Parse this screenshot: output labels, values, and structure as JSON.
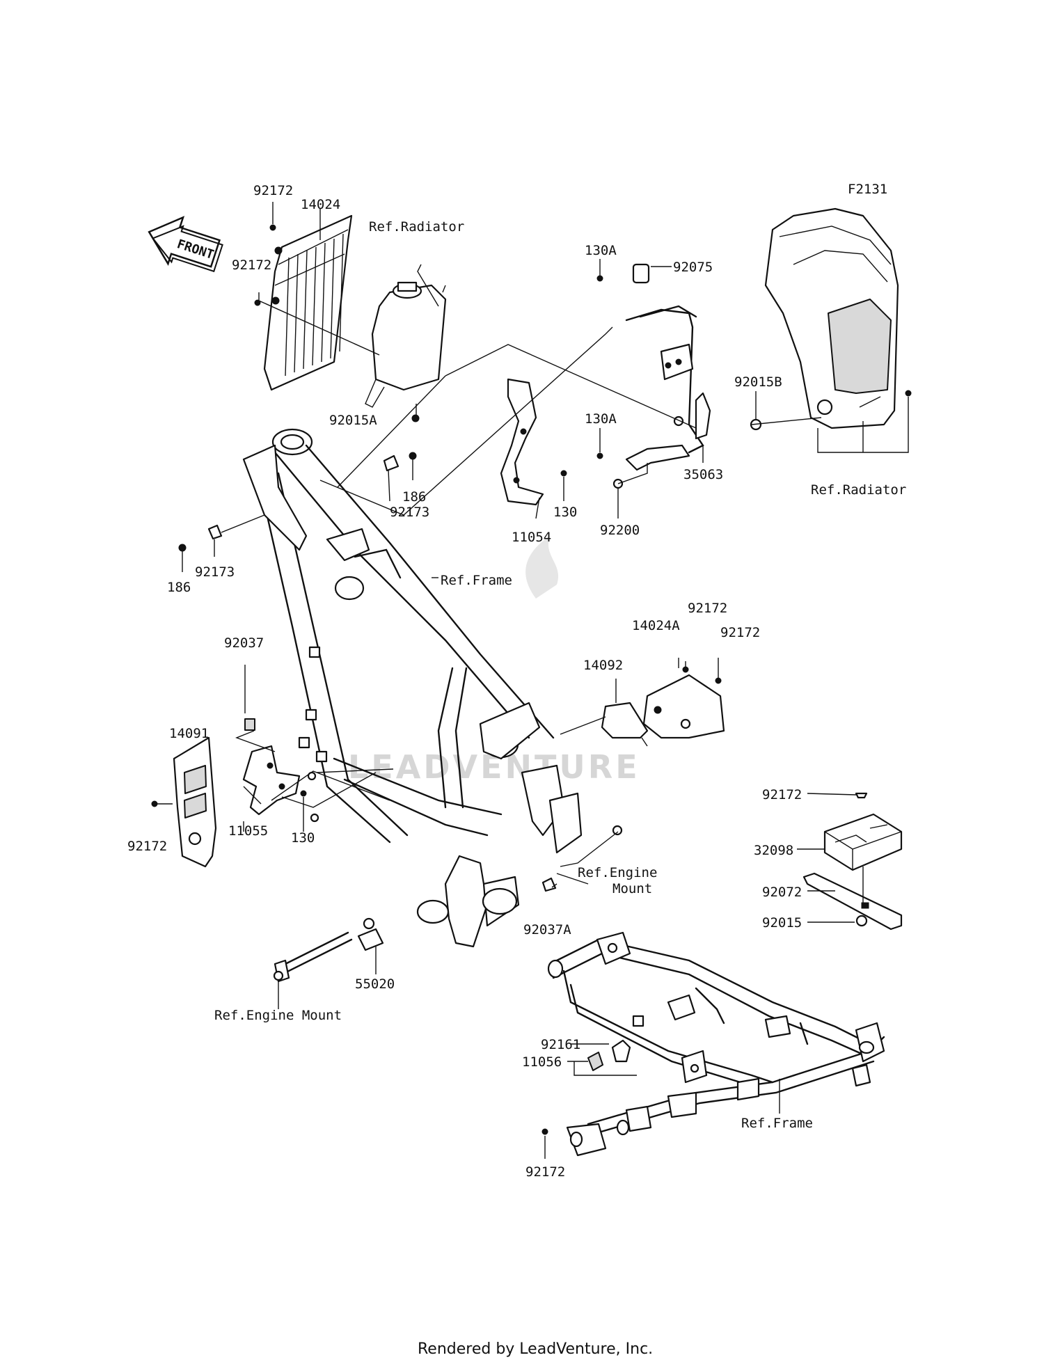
{
  "diagram": {
    "figure_code": "F2131",
    "front_label": "FRONT",
    "watermark": "LEADVENTURE",
    "footer": "Rendered by LeadVenture, Inc.",
    "labels": {
      "p92172_a": "92172",
      "p14024": "14024",
      "p92172_b": "92172",
      "ref_radiator_a": "Ref.Radiator",
      "p92015a": "92015A",
      "p130a_a": "130A",
      "p92075": "92075",
      "p130a_b": "130A",
      "p35063": "35063",
      "p92200": "92200",
      "p92015b": "92015B",
      "ref_radiator_b": "Ref.Radiator",
      "p92173_a": "92173",
      "p186_a": "186",
      "p11054": "11054",
      "p130_a": "130",
      "p92173_b": "92173",
      "p186_b": "186",
      "ref_frame_a": "Ref.Frame",
      "p92172_c": "92172",
      "p14024a": "14024A",
      "p92172_d": "92172",
      "p14092": "14092",
      "p92037": "92037",
      "p14091": "14091",
      "p11055": "11055",
      "p130_b": "130",
      "p92172_e": "92172",
      "ref_engine_mount_a_1": "Ref.Engine",
      "ref_engine_mount_a_2": "Mount",
      "p92037a": "92037A",
      "p92172_f": "92172",
      "p32098": "32098",
      "p92072": "92072",
      "p92015": "92015",
      "p55020": "55020",
      "ref_engine_mount_b": "Ref.Engine Mount",
      "p92161": "92161",
      "p11056": "11056",
      "ref_frame_b": "Ref.Frame",
      "p92172_g": "92172"
    }
  }
}
